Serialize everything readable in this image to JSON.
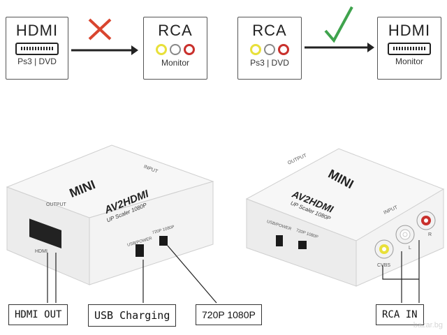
{
  "diagram_top": {
    "wrong": {
      "source": {
        "title": "HDMI",
        "sub": "Ps3 | DVD"
      },
      "target": {
        "title": "RCA",
        "sub": "Monitor"
      }
    },
    "right": {
      "source": {
        "title": "RCA",
        "sub": "Ps3 | DVD"
      },
      "target": {
        "title": "HDMI",
        "sub": "Monitor"
      }
    }
  },
  "device": {
    "brand": "MINI",
    "model": "AV2HDMI",
    "subtitle": "UP Scaler 1080P",
    "labels": {
      "input": "INPUT",
      "output": "OUTPUT",
      "hdmi": "HDMI",
      "usb_power": "USB/POWER",
      "res": "720P 1080P",
      "cvbs": "CVBS",
      "l": "L",
      "r": "R"
    }
  },
  "callouts": {
    "hdmi_out": "HDMI OUT",
    "usb_charging": "USB Charging",
    "resolution": "720P 1080P",
    "rca_in": "RCA IN"
  },
  "watermark": "bazar.bg",
  "colors": {
    "wrong": "#d9452f",
    "right": "#3fa34d",
    "rca_yellow": "#e8e03a",
    "rca_red": "#c9302c"
  }
}
